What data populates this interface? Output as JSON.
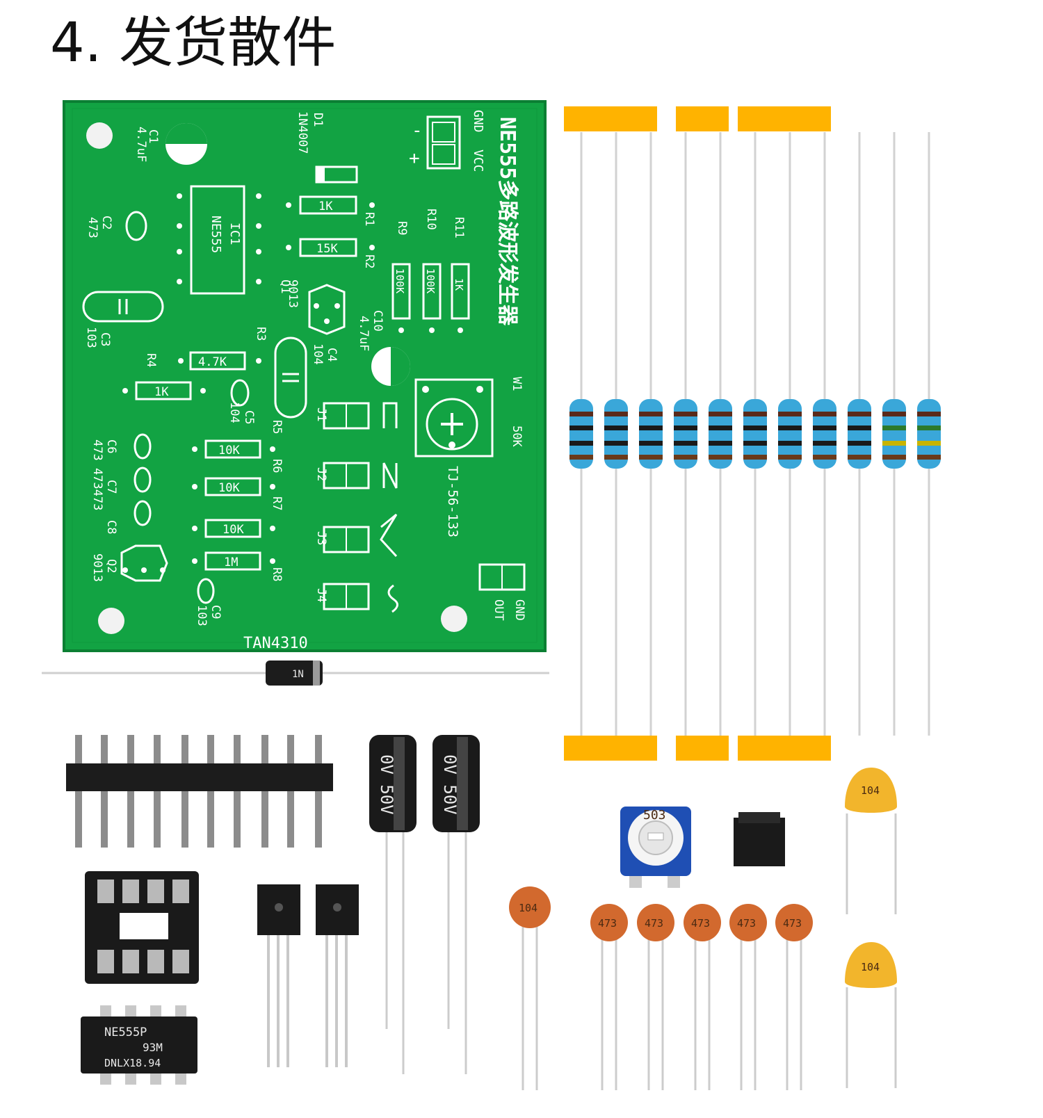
{
  "heading": "4. 发货散件",
  "colors": {
    "pcb_green": "#12a343",
    "pcb_edge": "#0b7f33",
    "tape": "#ffb300",
    "resistor_body": "#3aa7d9",
    "ceramic_cap": "#d2692e",
    "tantalum_cap": "#f2b52c",
    "potentiometer": "#1f4fb4"
  },
  "pcb": {
    "title": "NE555多路波形发生器",
    "board_id": "TAN4310",
    "labels": {
      "gnd": "GND",
      "vcc": "VCC",
      "minus": "-",
      "plus": "+",
      "d1": "D1",
      "d1_part": "1N4007",
      "c1": "C1",
      "c1_value": "4.7uF",
      "c2": "C2",
      "c2_value": "473",
      "ic1": "IC1",
      "ic1_part": "NE555",
      "r1": "R1",
      "r1_value": "1K",
      "r2": "R2",
      "r2_value": "15K",
      "r9": "R9",
      "r10": "R10",
      "r11": "R11",
      "r9_value": "100K",
      "r10_value": "100K",
      "r11_value": "1K",
      "q1": "Q1",
      "q1_part": "9013",
      "c3": "C3",
      "c3_value": "103",
      "r3": "R3",
      "r3_value": "4.7K",
      "c10": "C10",
      "c10_value": "4.7uF",
      "c4": "C4",
      "c4_value": "104",
      "r4": "R4",
      "r4_value": "1K",
      "c5": "C5",
      "c5_value": "104",
      "w1": "W1",
      "w1_value": "50K",
      "w1_part": "TJ-56-133",
      "c6": "C6",
      "c7": "C7",
      "c8": "C8",
      "c678_values": "473 473473",
      "r5": "R5",
      "r6": "R6",
      "r7": "R7",
      "r8": "R8",
      "r5_value": "10K",
      "r6_value": "10K",
      "r7_value": "10K",
      "r8_value": "1M",
      "j1": "J1",
      "j2": "J2",
      "j3": "J3",
      "j4": "J4",
      "q2": "Q2",
      "q2_part": "9013",
      "c9": "C9",
      "c9_value": "103",
      "out": "OUT"
    }
  },
  "diode": {
    "marking": "1N"
  },
  "electrolytic_caps": [
    {
      "marking": "0V 50V"
    },
    {
      "marking": "0V 50V"
    }
  ],
  "ceramic_caps": [
    "104",
    "473",
    "473",
    "473",
    "473",
    "473"
  ],
  "tantalum_caps": [
    "104",
    "104"
  ],
  "potentiometer": {
    "marking": "503"
  },
  "ic": {
    "line1": "NE555P",
    "line2": "93M",
    "line3": "DNLX18.94"
  }
}
